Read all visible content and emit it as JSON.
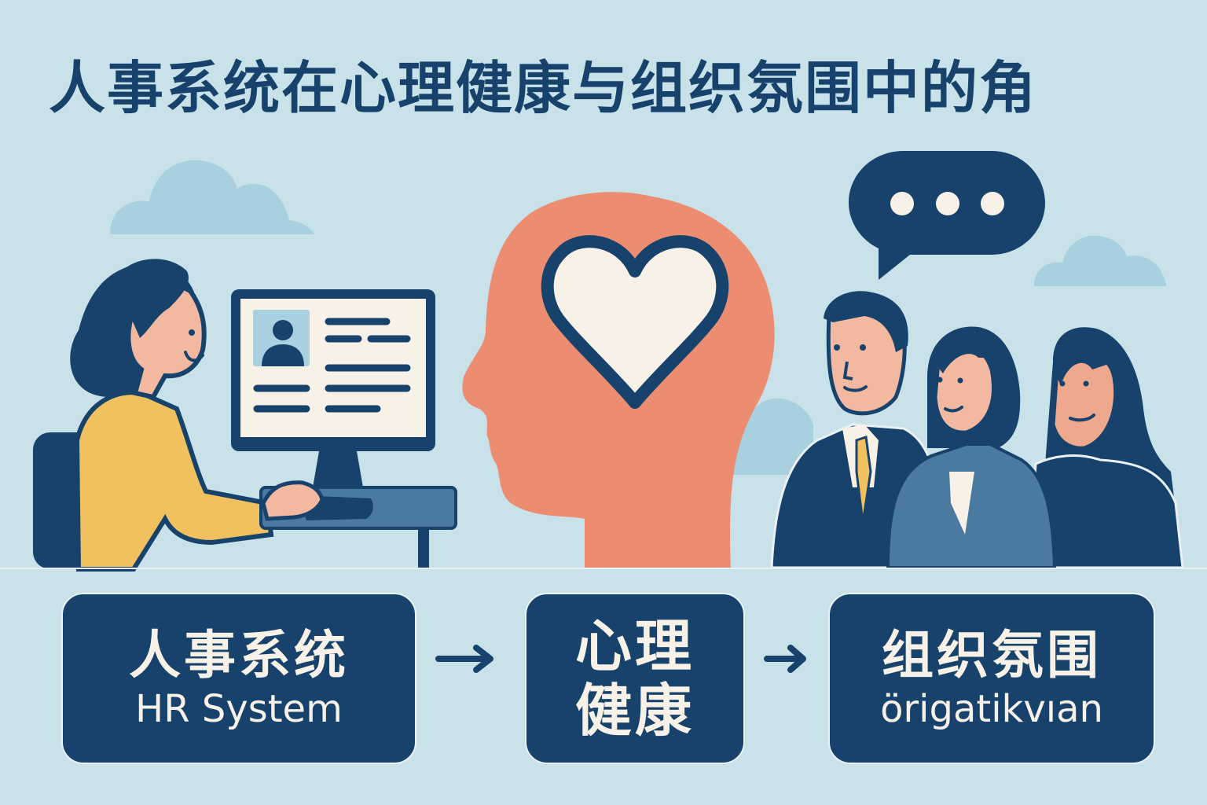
{
  "title": "人事系统在心理健康与组织氛围中的角",
  "flow": [
    {
      "zh": "人事系统",
      "en": "HR System"
    },
    {
      "zh": "心理健康",
      "en": ""
    },
    {
      "zh": "组织氛围",
      "en": "örigatikvıan"
    }
  ],
  "flow_mh_lines": [
    "心理",
    "健康"
  ],
  "arrows": [
    "right-arrow",
    "right-arrow"
  ],
  "colors": {
    "background": "#c9e2ea",
    "navy": "#17426b",
    "cream": "#f8f1e7",
    "salmon": "#ec8c70",
    "cloud": "#a8d0df",
    "yellow": "#f2c15f",
    "steel_blue": "#4a7aa0",
    "skin": "#f2b9a0"
  },
  "illustrations": {
    "left": "woman-at-computer-viewing-profile",
    "center": "head-silhouette-with-heart",
    "right": "group-of-three-colleagues-with-speech-bubble"
  }
}
